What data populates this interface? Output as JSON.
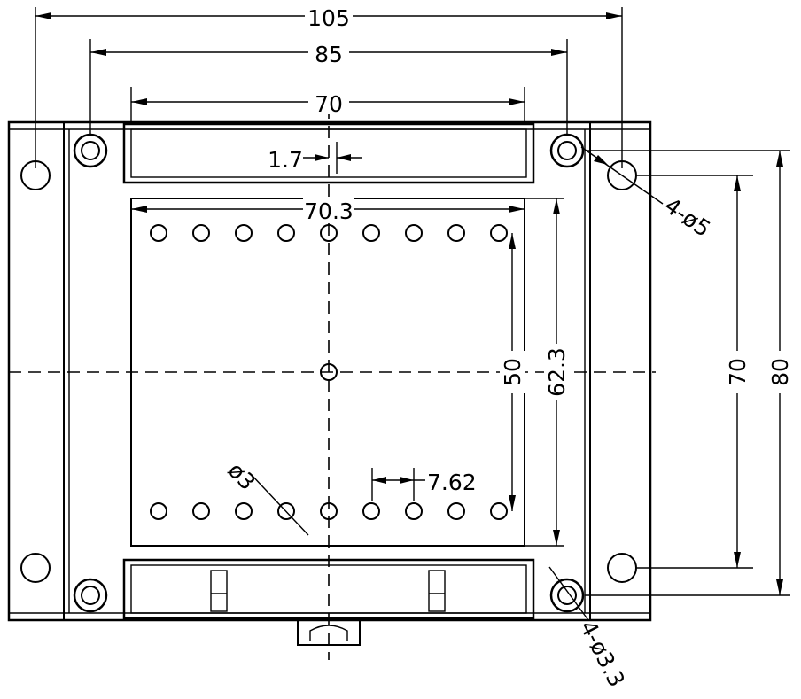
{
  "dimensions": {
    "overall_width": "105",
    "mount_hole_spacing": "85",
    "terminal_strip_width": "70",
    "pin_offset": "1.7",
    "pcb_width": "70.3",
    "pin_row_spacing": "50",
    "pcb_height": "62.3",
    "mount_vertical_spacing": "70",
    "overall_height": "80",
    "pin_pitch": "7.62",
    "pin_diameter": "ø3",
    "mount_hole_callout": "4-ø5",
    "corner_hole_callout": "4-ø3.3"
  },
  "colors": {
    "line": "#000000",
    "background": "#ffffff"
  }
}
